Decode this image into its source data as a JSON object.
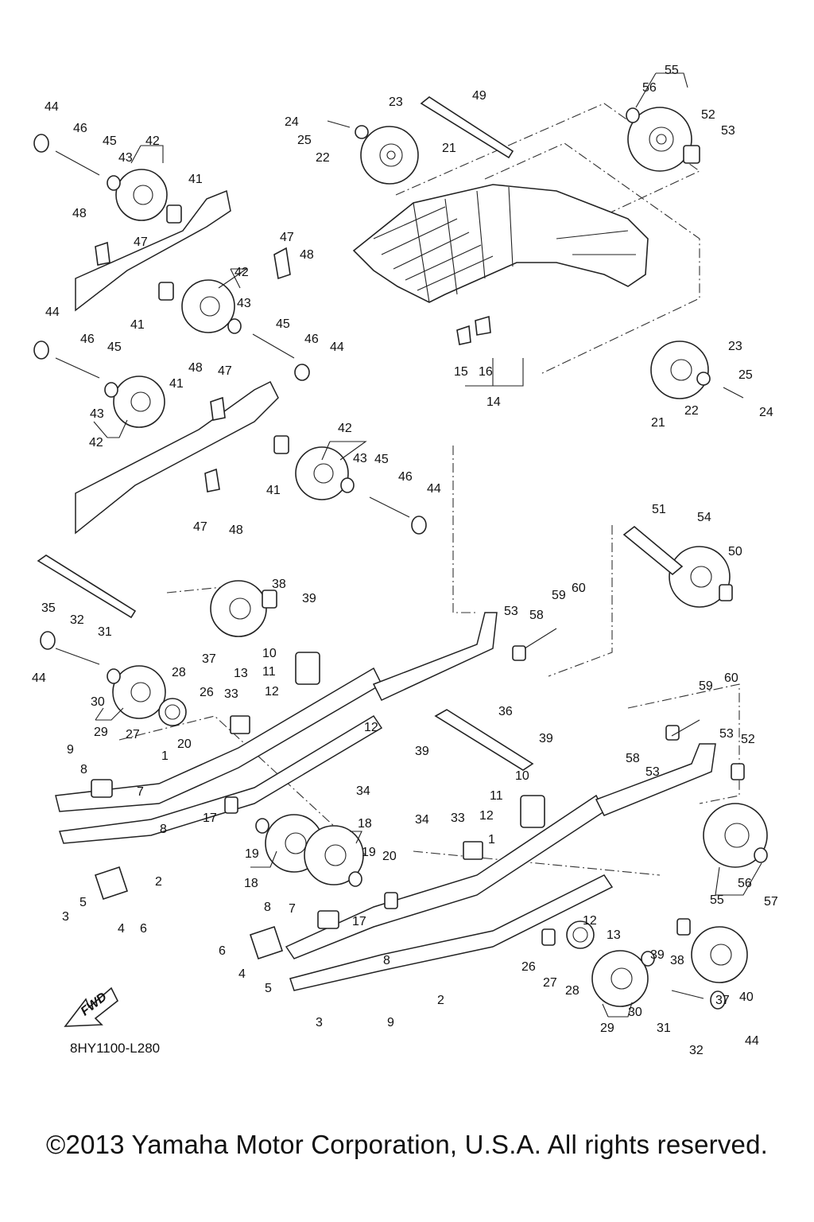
{
  "diagram": {
    "part_numbers": [
      "1",
      "2",
      "3",
      "4",
      "5",
      "6",
      "7",
      "8",
      "9",
      "10",
      "11",
      "12",
      "13",
      "14",
      "15",
      "16",
      "17",
      "18",
      "19",
      "20",
      "21",
      "22",
      "23",
      "24",
      "25",
      "26",
      "27",
      "28",
      "29",
      "30",
      "31",
      "32",
      "33",
      "34",
      "35",
      "36",
      "37",
      "38",
      "39",
      "40",
      "41",
      "42",
      "43",
      "44",
      "45",
      "46",
      "47",
      "48",
      "49",
      "50",
      "51",
      "52",
      "53",
      "54",
      "55",
      "56",
      "57",
      "58",
      "59",
      "60"
    ],
    "fwd_label": "FWD",
    "drawing_code": "8HY1100-L280",
    "copyright": "©2013 Yamaha Motor Corporation, U.S.A. All rights reserved."
  }
}
